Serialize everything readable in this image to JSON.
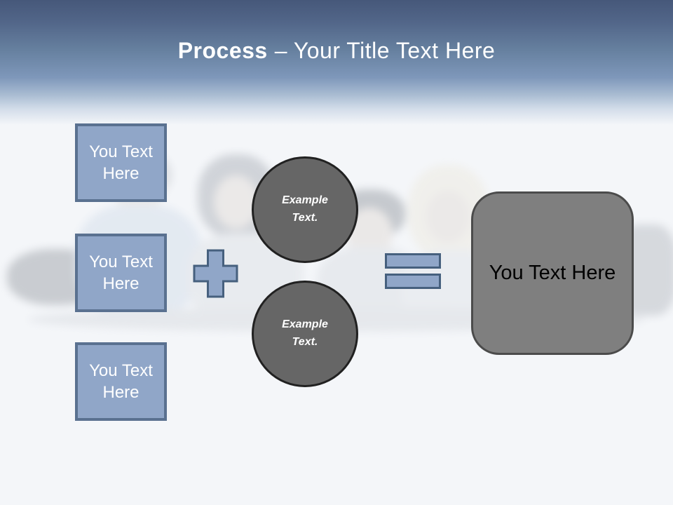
{
  "slide": {
    "title": {
      "bold": "Process",
      "rest": "– Your Title Text Here"
    },
    "process_boxes": [
      {
        "label": "You Text Here"
      },
      {
        "label": "You Text Here"
      },
      {
        "label": "You Text Here"
      }
    ],
    "example_circles": [
      {
        "label": "Example Text."
      },
      {
        "label": "Example Text."
      }
    ],
    "result_box": {
      "label": "You Text Here"
    },
    "icons": {
      "plus": "plus-icon",
      "equals": "equals-icon"
    },
    "colors": {
      "header_gradient_top": "#46587A",
      "header_gradient_bottom": "#7E97BA",
      "accent_blue_fill": "#90A6C8",
      "accent_blue_border": "#5A7190",
      "circle_fill": "#666666",
      "circle_border": "#212121",
      "result_fill": "#7F7F7F",
      "result_border": "#4B4B4B",
      "title_color": "#FFFFFF",
      "box_text_color": "#FFFFFF",
      "result_text_color": "#000000"
    }
  }
}
